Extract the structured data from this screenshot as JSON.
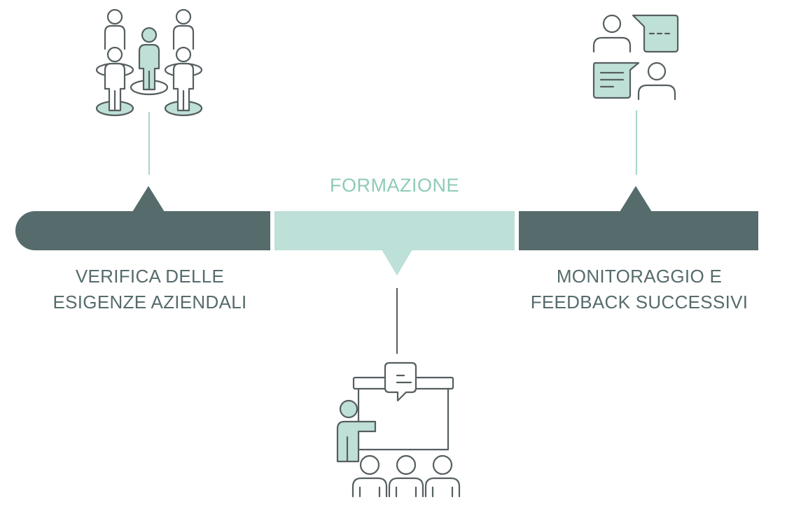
{
  "colors": {
    "dark": "#566b6c",
    "mint": "#bde0d8",
    "mint_text": "#8ecbb9",
    "stroke": "#555e60",
    "icon_fill": "#bfe0d7"
  },
  "phases": [
    {
      "label_lines": [
        "VERIFICA DELLE",
        "ESIGENZE AZIENDALI"
      ],
      "icon": "people-group-icon"
    },
    {
      "title": "FORMAZIONE",
      "icon": "presentation-training-icon"
    },
    {
      "label_lines": [
        "MONITORAGGIO E",
        "FEEDBACK SUCCESSIVI"
      ],
      "icon": "conversation-feedback-icon"
    }
  ]
}
